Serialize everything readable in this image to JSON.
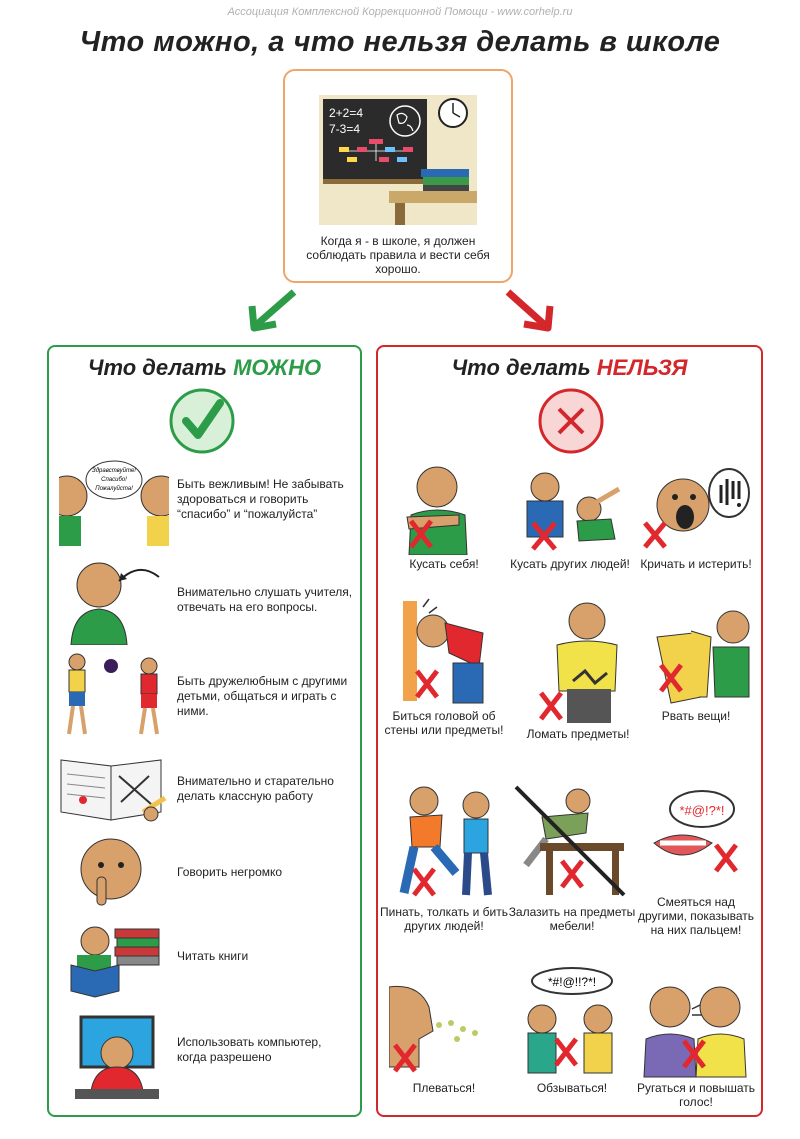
{
  "header": {
    "association": "Ассоциация Комплексной Коррекционной Помощи - www.corhelp.ru",
    "title": "Что можно, а что нельзя делать в школе"
  },
  "intro": {
    "text": "Когда я - в школе, я должен соблюдать правила и вести себя хорошо.",
    "board_line1": "2+2=4",
    "board_line2": "7-3=4"
  },
  "allowed": {
    "title_prefix": "Что делать ",
    "title_word": "МОЖНО",
    "color": "#2c9c48",
    "bubble_text": [
      "Здравствуйте!",
      "Спасибо!",
      "Пожалуйста!"
    ],
    "items": [
      {
        "text": "Быть вежливым! Не забывать здороваться и говорить “спасибо” и “пожалуйста”",
        "icon": "polite-greeting-icon"
      },
      {
        "text": "Внимательно слушать учителя, отвечать на его вопросы.",
        "icon": "listening-icon"
      },
      {
        "text": "Быть дружелюбным с другими детьми, общаться и играть с ними.",
        "icon": "playing-ball-icon"
      },
      {
        "text": "Внимательно и старательно делать классную работу",
        "icon": "classwork-icon"
      },
      {
        "text": "Говорить негромко",
        "icon": "quiet-icon"
      },
      {
        "text": "Читать книги",
        "icon": "reading-icon"
      },
      {
        "text": "Использовать компьютер, когда разрешено",
        "icon": "computer-icon"
      }
    ]
  },
  "forbidden": {
    "title_prefix": "Что делать ",
    "title_word": "НЕЛЬЗЯ",
    "color": "#d3272c",
    "items": [
      {
        "caption": "Кусать себя!",
        "icon": "biting-self-icon"
      },
      {
        "caption": "Кусать других людей!",
        "icon": "biting-others-icon"
      },
      {
        "caption": "Кричать и истерить!",
        "icon": "screaming-icon"
      },
      {
        "caption": "Биться головой об стены или предметы!",
        "icon": "head-banging-icon"
      },
      {
        "caption": "Ломать предметы!",
        "icon": "breaking-things-icon"
      },
      {
        "caption": "Рвать вещи!",
        "icon": "tearing-things-icon"
      },
      {
        "caption": "Пинать, толкать и бить других людей!",
        "icon": "kicking-icon"
      },
      {
        "caption": "Залазить на предметы мебели!",
        "icon": "climbing-furniture-icon"
      },
      {
        "caption": "Смеяться над другими, показывать на них пальцем!",
        "icon": "mocking-icon"
      },
      {
        "caption": "Плеваться!",
        "icon": "spitting-icon"
      },
      {
        "caption": "Обзываться!",
        "icon": "name-calling-icon"
      },
      {
        "caption": "Ругаться и повышать голос!",
        "icon": "shouting-icon"
      }
    ],
    "bubble_swear": "*#!@!!?*!",
    "bubble_mock": "*#@!?*!"
  }
}
